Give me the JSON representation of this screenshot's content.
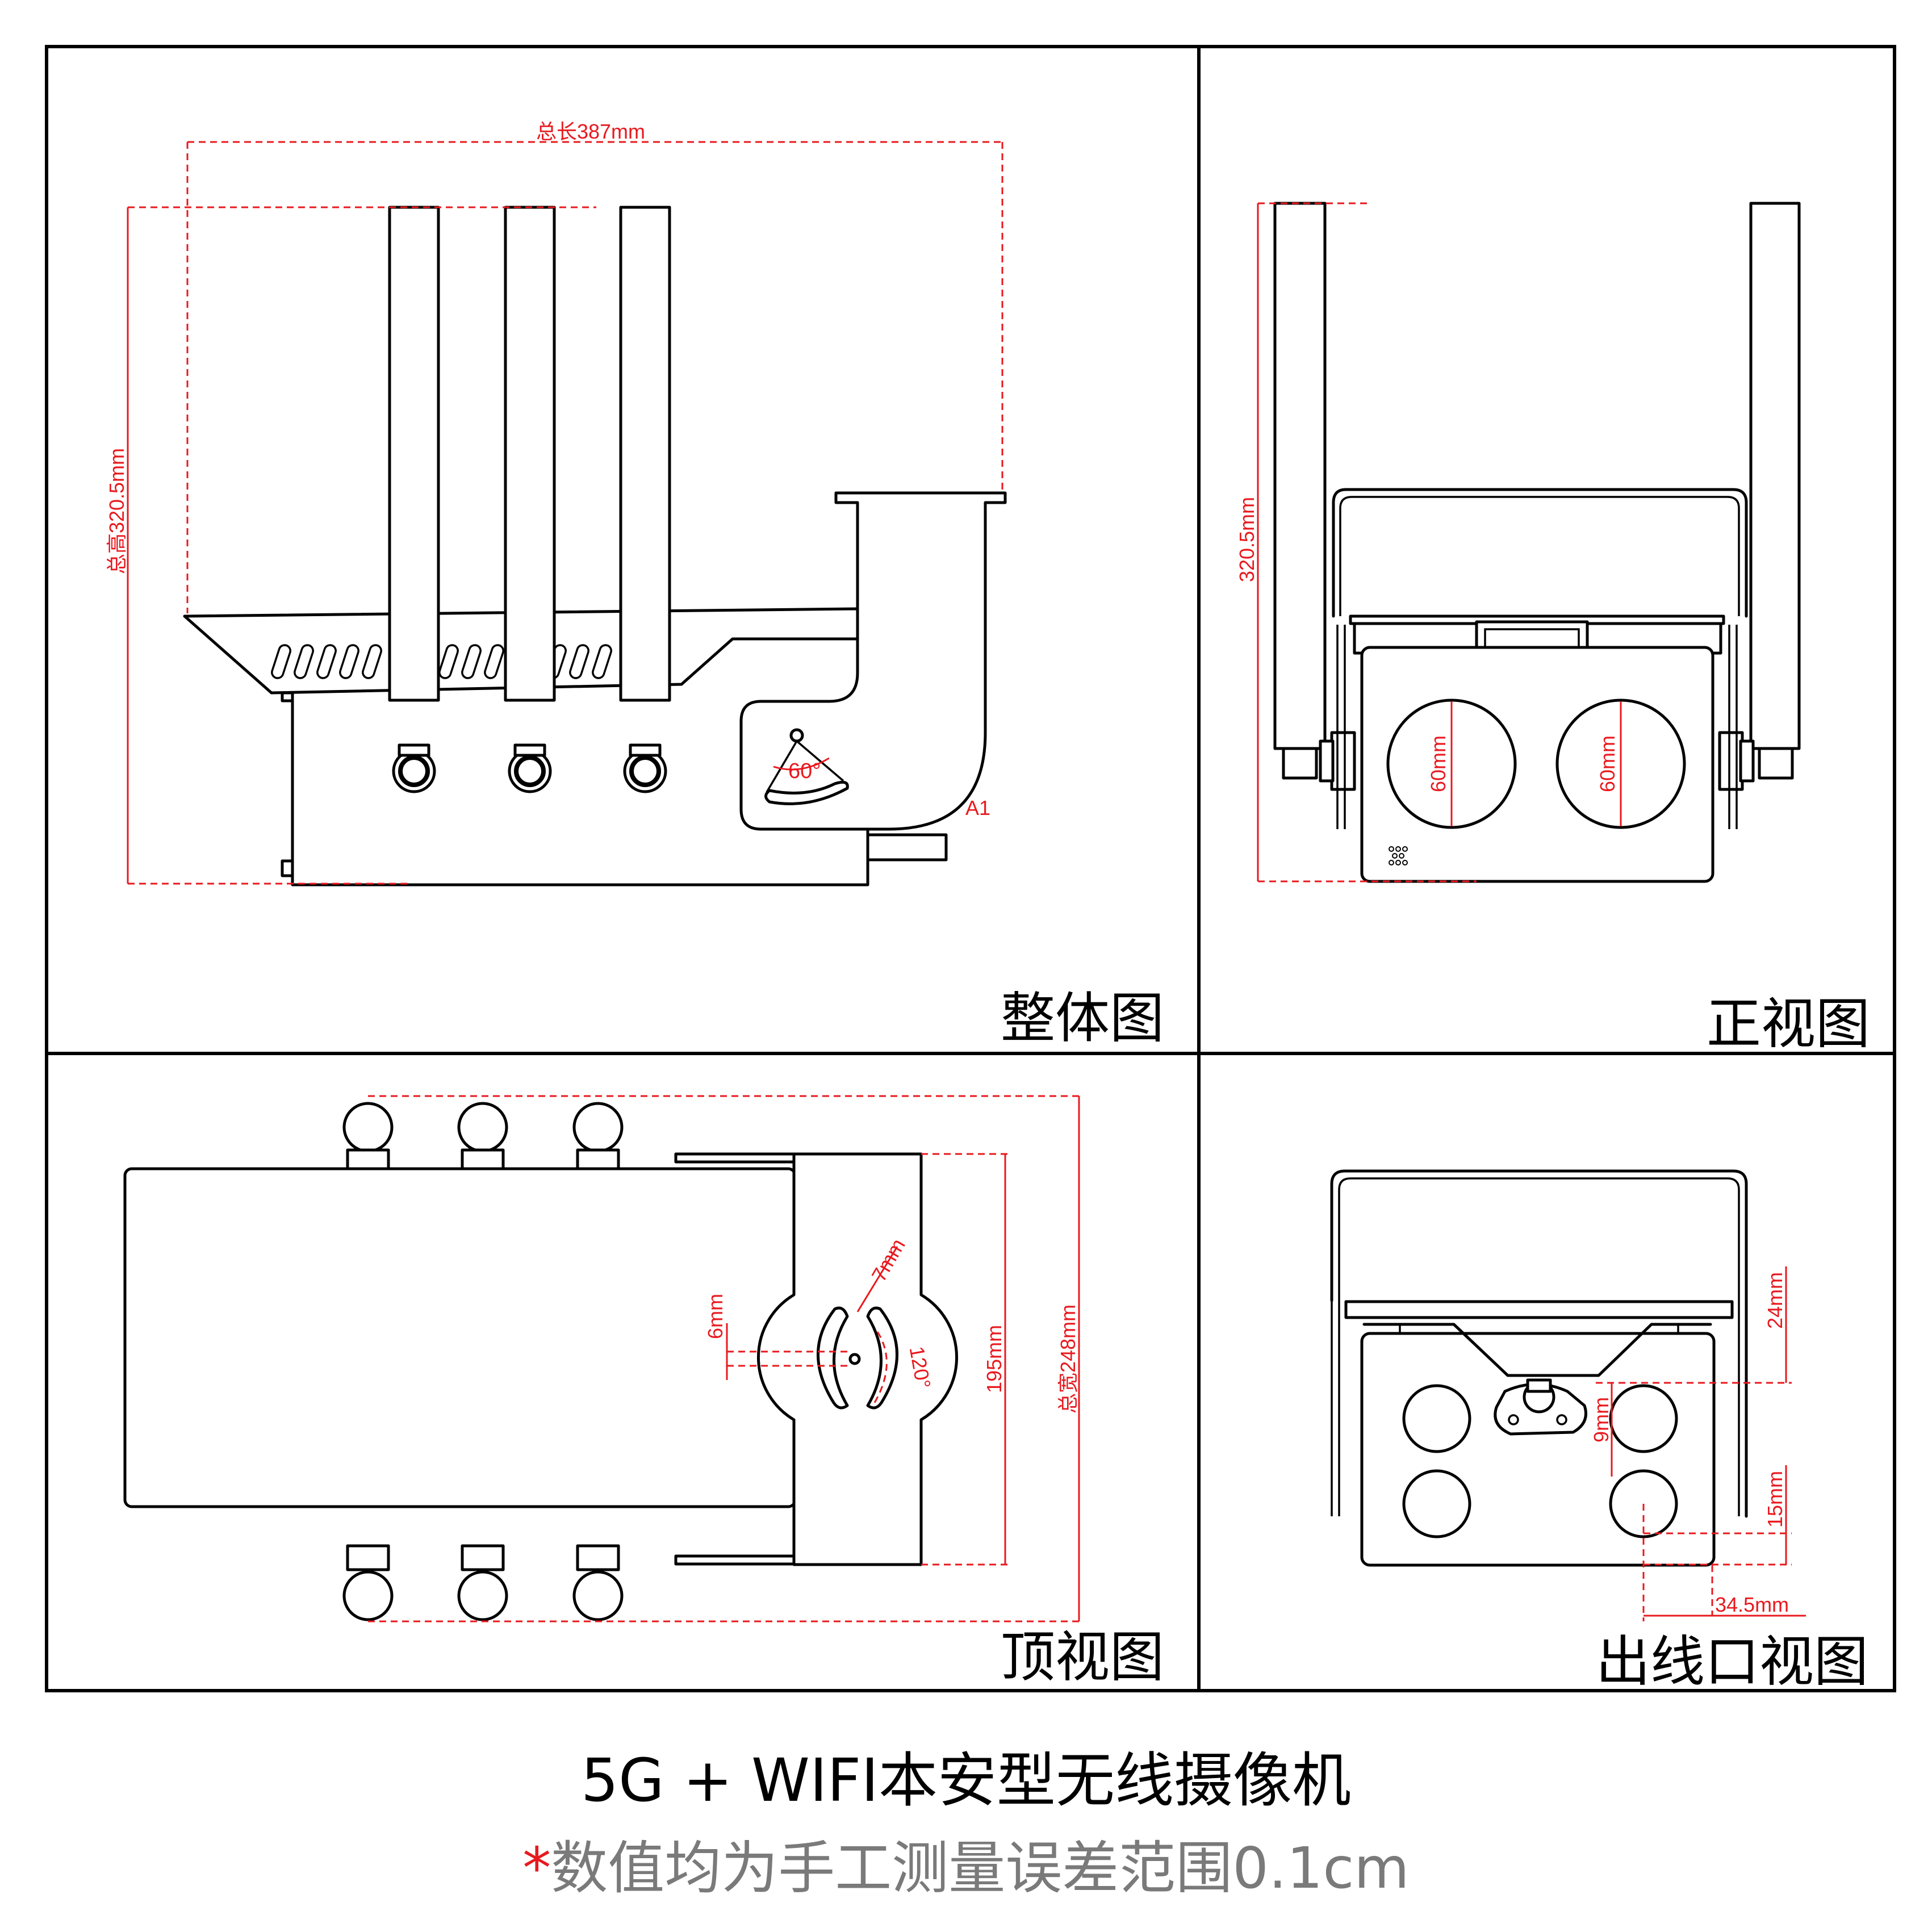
{
  "colors": {
    "line": "#000000",
    "dimension": "#e8191e",
    "note_text": "#7a7a7a",
    "background": "#ffffff"
  },
  "panels": {
    "overall": {
      "title": "整体图",
      "dim_length": "总长387mm",
      "dim_height": "总高320.5mm",
      "angle": "60°",
      "marker": "A1"
    },
    "front": {
      "title": "正视图",
      "dim_height": "320.5mm",
      "lens_left": "60mm",
      "lens_right": "60mm"
    },
    "top": {
      "title": "顶视图",
      "dim_slot_width": "7mm",
      "dim_hole": "6mm",
      "dim_angle": "120°",
      "dim_mount": "195mm",
      "dim_total_width": "总宽248mm"
    },
    "outlet": {
      "title": "出线口视图",
      "dim_24": "24mm",
      "dim_9": "9mm",
      "dim_15": "15mm",
      "dim_34": "34.5mm"
    }
  },
  "product_title": "5G + WIFI本安型无线摄像机",
  "disclaimer": {
    "star": "*",
    "text": "数值均为手工测量误差范围0.1cm"
  }
}
